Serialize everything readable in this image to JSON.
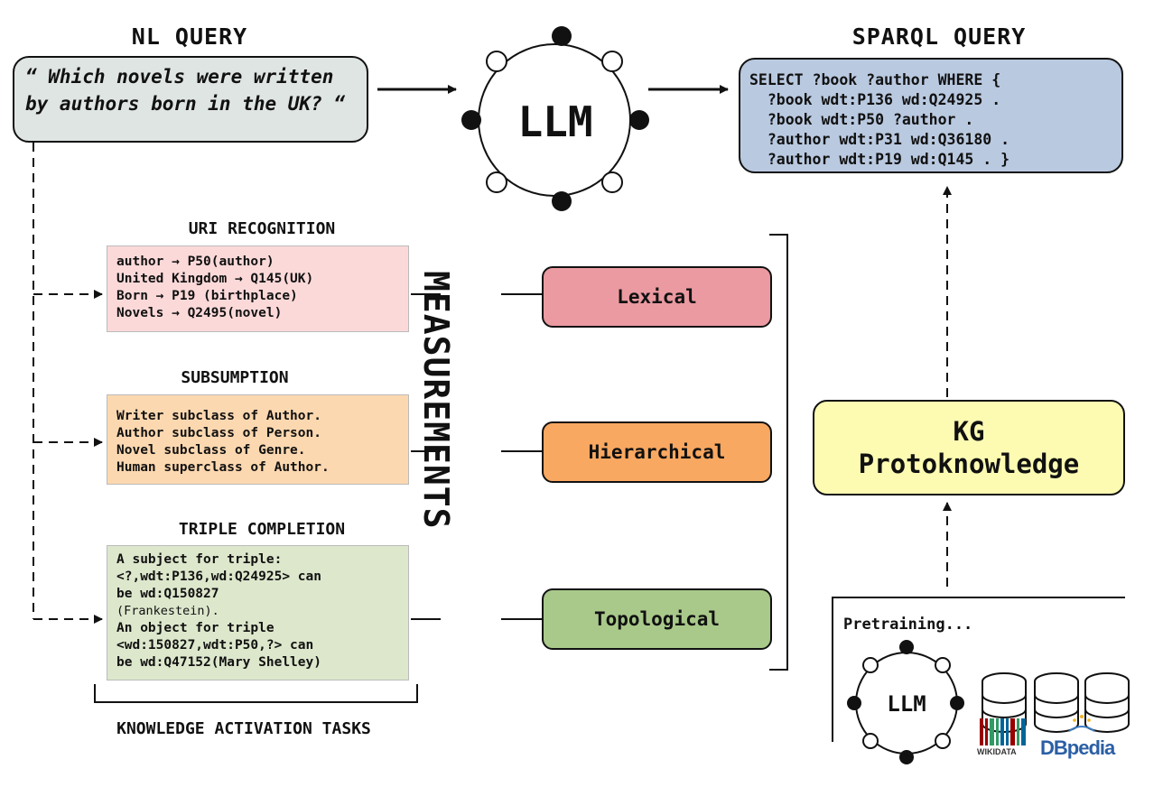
{
  "nl_query": {
    "title": "NL QUERY",
    "text_line1": "“ Which novels were written",
    "text_line2": "by authors born in the UK? “"
  },
  "llm": {
    "label": "LLM"
  },
  "sparql": {
    "title": "SPARQL QUERY",
    "lines": [
      "SELECT ?book ?author WHERE {",
      "  ?book wdt:P136 wd:Q24925 .",
      "  ?book wdt:P50 ?author .",
      "  ?author wdt:P31 wd:Q36180 .",
      "  ?author wdt:P19 wd:Q145 . }"
    ]
  },
  "tasks": {
    "uri": {
      "title": "URI RECOGNITION",
      "lines": [
        "author → P50(author)",
        "United Kingdom → Q145(UK)",
        "Born → P19 (birthplace)",
        "Novels → Q2495(novel)"
      ]
    },
    "subsumption": {
      "title": "SUBSUMPTION",
      "lines": [
        "Writer subclass of Author.",
        "Author subclass of Person.",
        "Novel subclass of Genre.",
        "Human superclass of Author."
      ]
    },
    "triple": {
      "title": "TRIPLE COMPLETION",
      "lines": [
        "A subject for triple:",
        "<?,wdt:P136,wd:Q24925> can",
        "be wd:Q150827",
        "(Frankestein).",
        "An object for triple",
        "<wd:150827,wdt:P50,?> can",
        "be wd:Q47152(Mary Shelley)"
      ]
    },
    "footer": "KNOWLEDGE ACTIVATION TASKS"
  },
  "measurements": {
    "vertical_label": "MEASUREMENTS",
    "lexical": "Lexical",
    "hierarchical": "Hierarchical",
    "topological": "Topological"
  },
  "kg": {
    "line1": "KG",
    "line2": "Protoknowledge"
  },
  "pretraining": {
    "label": "Pretraining...",
    "llm": "LLM",
    "wikidata_logo": "WIKIDATA",
    "dbpedia_logo": "DBpedia"
  },
  "colors": {
    "nl_box": "#dfe5e3",
    "sparql_box": "#b9c9e0",
    "uri_box": "#fcd9d9",
    "subsumption_box": "#fcd8b0",
    "triple_box": "#dde7cc",
    "lexical": "#eb9aa1",
    "hierarchical": "#f9a861",
    "topological": "#a9c98a",
    "kg": "#fdfbb2"
  },
  "icons": [
    "arrow-right-icon",
    "arrow-up-icon",
    "database-icon",
    "neural-circle-icon"
  ]
}
